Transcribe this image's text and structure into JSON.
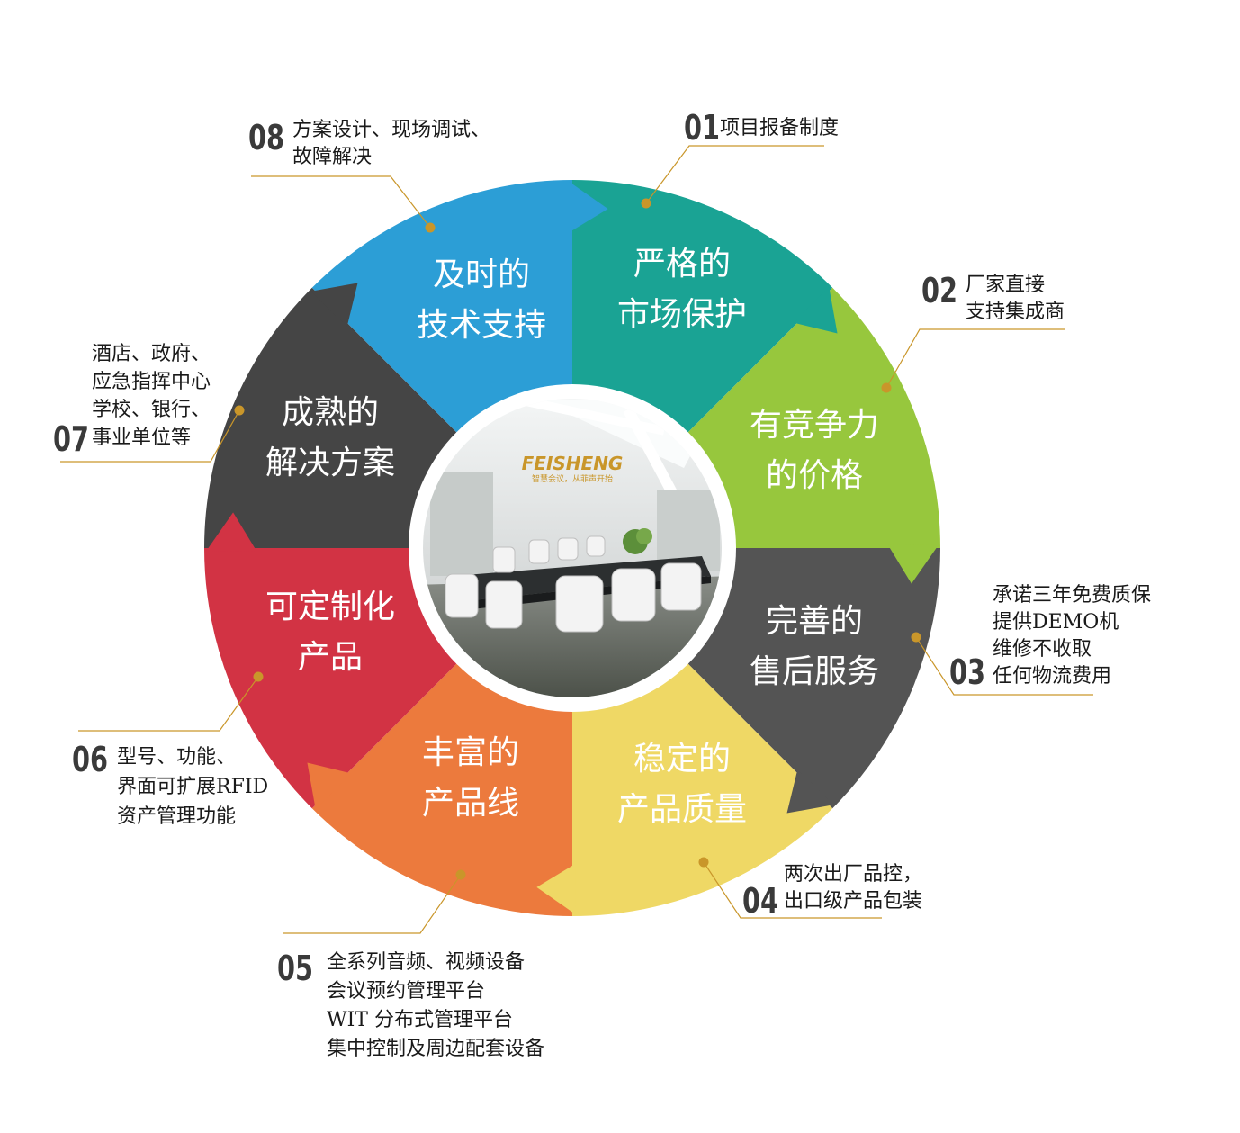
{
  "brand": {
    "logo_text": "FEISHENG",
    "slogan": "智慧会议，从菲声开始",
    "color": "#c9962a"
  },
  "segments": [
    {
      "id": "s01",
      "color": "#1aa394",
      "lines": [
        "严格的",
        "市场保护"
      ]
    },
    {
      "id": "s02",
      "color": "#97c73d",
      "lines": [
        "有竞争力",
        "的价格"
      ]
    },
    {
      "id": "s03",
      "color": "#545454",
      "lines": [
        "完善的",
        "售后服务"
      ]
    },
    {
      "id": "s04",
      "color": "#efd865",
      "lines": [
        "稳定的",
        "产品质量"
      ]
    },
    {
      "id": "s05",
      "color": "#ec7a3d",
      "lines": [
        "丰富的",
        "产品线"
      ]
    },
    {
      "id": "s06",
      "color": "#d23344",
      "lines": [
        "可定制化",
        "产品"
      ]
    },
    {
      "id": "s07",
      "color": "#454545",
      "lines": [
        "成熟的",
        "解决方案"
      ]
    },
    {
      "id": "s08",
      "color": "#2c9ed6",
      "lines": [
        "及时的",
        "技术支持"
      ]
    }
  ],
  "annotations": [
    {
      "num": "01",
      "lines": [
        "项目报备制度"
      ]
    },
    {
      "num": "02",
      "lines": [
        "厂家直接",
        "支持集成商"
      ]
    },
    {
      "num": "03",
      "lines": [
        "承诺三年免费质保",
        "提供DEMO机",
        "维修不收取",
        "任何物流费用"
      ]
    },
    {
      "num": "04",
      "lines": [
        "两次出厂品控，",
        "出口级产品包装"
      ]
    },
    {
      "num": "05",
      "lines": [
        "全系列音频、视频设备",
        "会议预约管理平台",
        "WIT 分布式管理平台",
        "集中控制及周边配套设备"
      ]
    },
    {
      "num": "06",
      "lines": [
        "型号、功能、",
        "界面可扩展RFID",
        "资产管理功能"
      ]
    },
    {
      "num": "07",
      "lines": [
        "酒店、政府、",
        "应急指挥中心",
        "学校、银行、",
        "事业单位等"
      ]
    },
    {
      "num": "08",
      "lines": [
        "方案设计、现场调试、",
        "故障解决"
      ]
    }
  ],
  "leader_color": "#c9962a"
}
